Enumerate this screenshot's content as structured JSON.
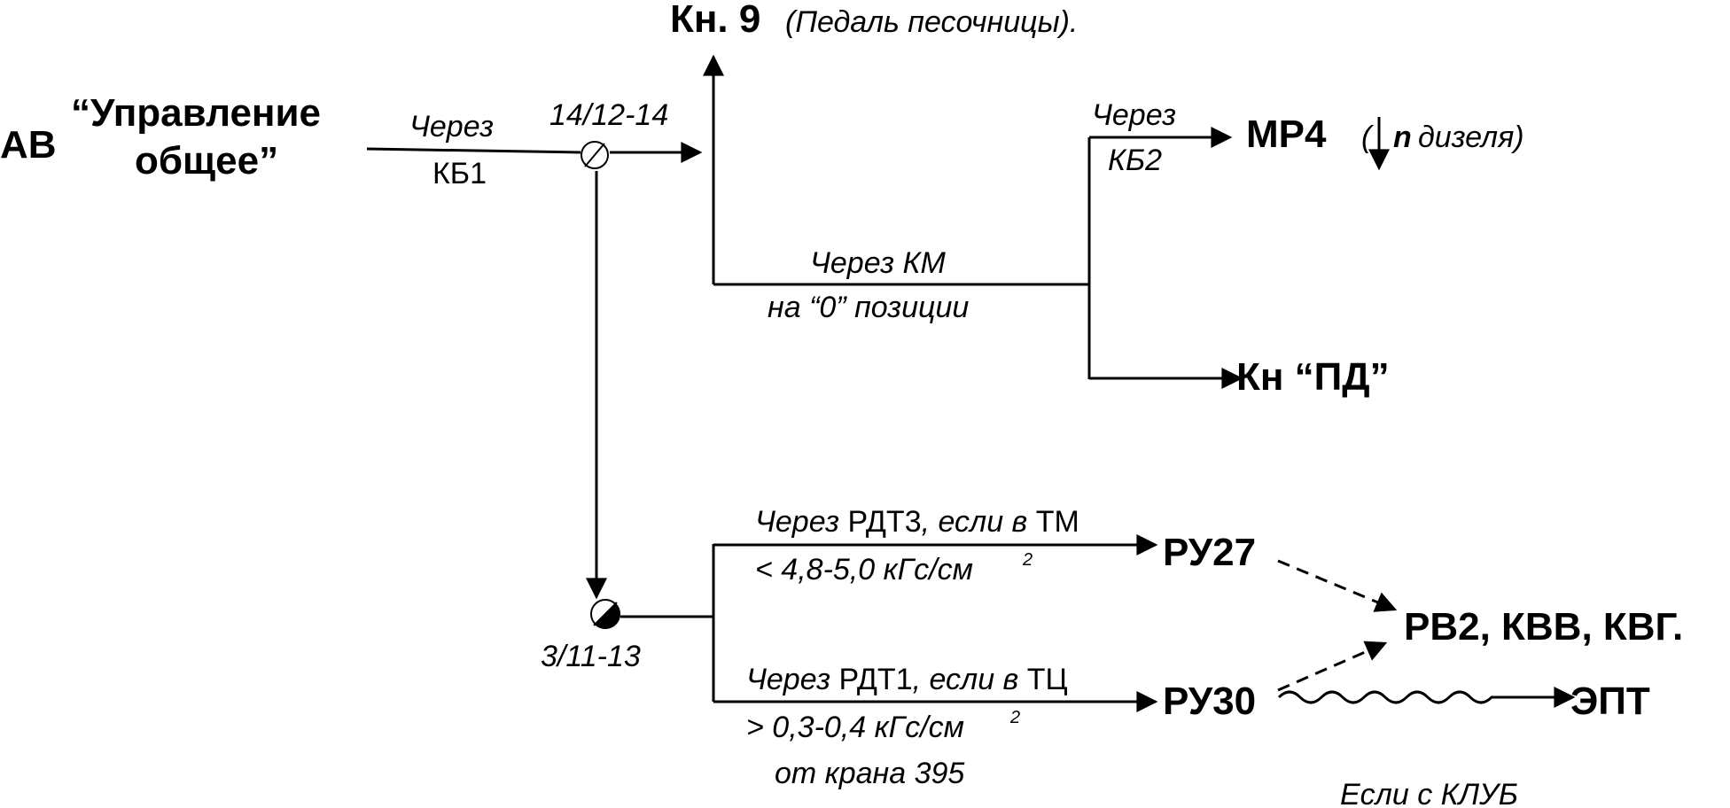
{
  "source": {
    "ab": "АВ",
    "title_line1": "“Управление",
    "title_line2": "общее”"
  },
  "labels": {
    "cherez": "Через",
    "kb1": "КБ1",
    "wire_top": "14/12-14",
    "wire_bottom": "3/11-13",
    "km_line1": "Через КМ",
    "km_line2": "на “0” позиции",
    "kb2": "КБ2",
    "rdt3_prefix": "Через ",
    "rdt3_name": "РДТ3",
    "rdt3_mid": ", если в ",
    "rdt3_tm": "ТМ",
    "rdt3_cond": "< 4,8-5,0 кГс/см",
    "rdt1_prefix": "Через ",
    "rdt1_name": "РДТ1",
    "rdt1_mid": ", если в ",
    "rdt1_tc": "ТЦ",
    "rdt1_cond": "> 0,3-0,4 кГс/см",
    "superscript": "2",
    "from_crane": "от крана 395",
    "klub": "Если с КЛУБ"
  },
  "targets": {
    "kn9": "Кн. 9",
    "kn9_note": "(Педаль песочницы).",
    "mr4": "МР4",
    "mr4_open": "(",
    "mr4_n": "n",
    "mr4_note": "дизеля)",
    "kn_pd": "Кн “ПД”",
    "ru27": "РУ27",
    "ru30": "РУ30",
    "rv2": "РВ2, КВВ, КВГ.",
    "ept": "ЭПТ"
  }
}
